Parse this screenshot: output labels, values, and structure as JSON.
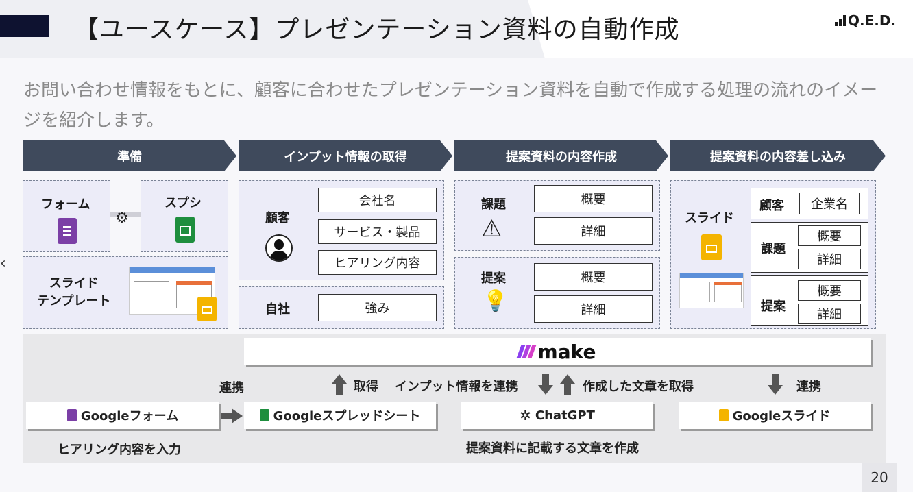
{
  "slide": {
    "title": "【ユースケース】プレゼンテーション資料の自動作成",
    "logo": "Q.E.D.",
    "subtitle": "お問い合わせ情報をもとに、顧客に合わせたプレゼンテーション資料を自動で作成する処理の流れのイメージを紹介します。",
    "page_number": "20"
  },
  "phases": [
    "準備",
    "インプット情報の取得",
    "提案資料の内容作成",
    "提案資料の内容差し込み"
  ],
  "prep": {
    "form": "フォーム",
    "spreadsheet": "スプシ",
    "slide_template": "スライド\nテンプレート"
  },
  "input": {
    "customer_label": "顧客",
    "customer_fields": [
      "会社名",
      "サービス・製品",
      "ヒアリング内容"
    ],
    "own_label": "自社",
    "own_fields": [
      "強み"
    ]
  },
  "content": {
    "issue_label": "課題",
    "issue_fields": [
      "概要",
      "詳細"
    ],
    "proposal_label": "提案",
    "proposal_fields": [
      "概要",
      "詳細"
    ]
  },
  "insert": {
    "slide_label": "スライド",
    "customer_label": "顧客",
    "customer_field": "企業名",
    "issue_label": "課題",
    "issue_fields": [
      "概要",
      "詳細"
    ],
    "proposal_label": "提案",
    "proposal_fields": [
      "概要",
      "詳細"
    ]
  },
  "flow": {
    "make": "make",
    "link1": "連携",
    "get": "取得",
    "input_link": "インプット情報を連携",
    "get_text": "作成した文章を取得",
    "link2": "連携",
    "gform": "Googleフォーム",
    "gsheet": "Googleスプレッドシート",
    "chatgpt": "ChatGPT",
    "gslide": "Googleスライド",
    "form_note": "ヒアリング内容を入力",
    "gpt_note": "提案資料に記載する文章を作成"
  },
  "colors": {
    "phase_bg": "#3f4a5c",
    "forms": "#7b3fa6",
    "sheets": "#1e8e3e",
    "slides": "#f4b400",
    "make": "#6b21d6"
  }
}
